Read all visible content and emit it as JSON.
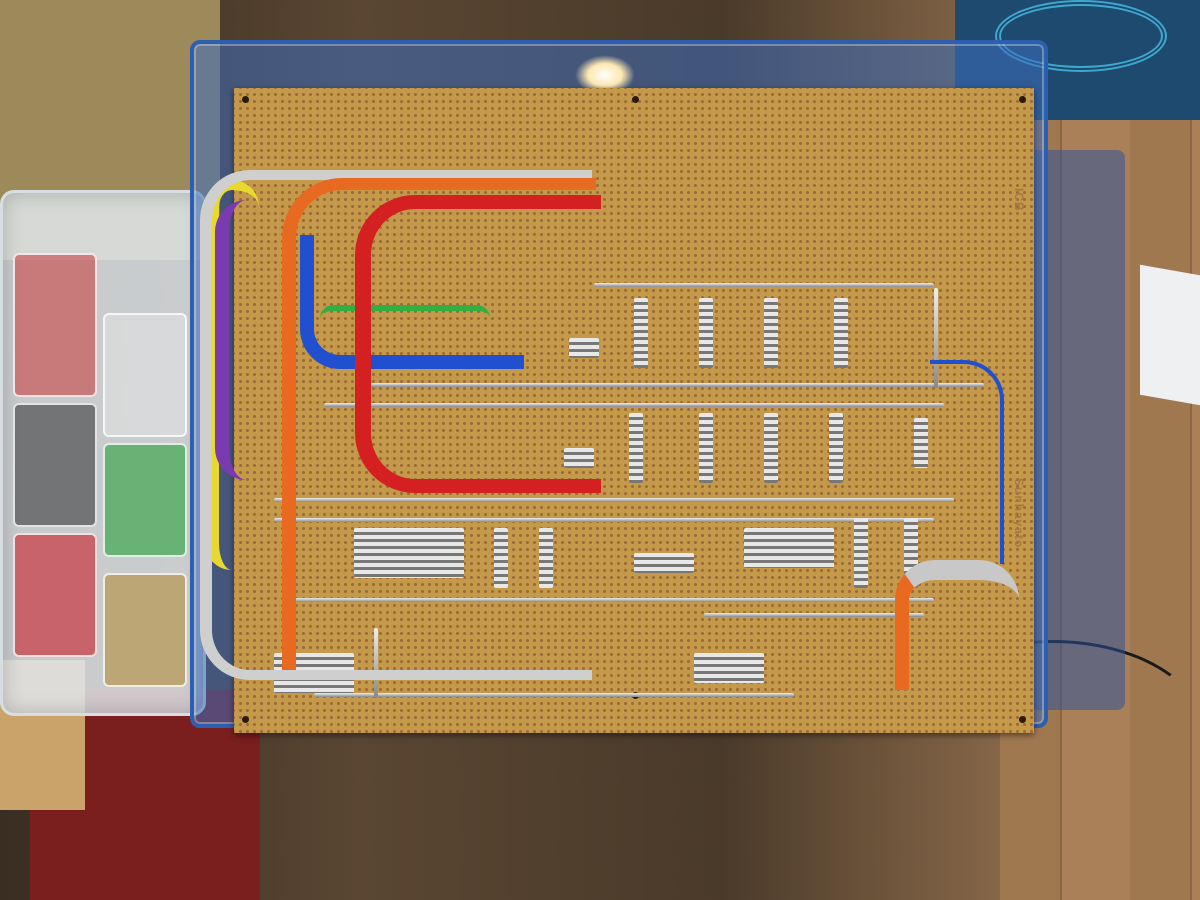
{
  "scene": {
    "subject": "hand-wired perfboard with colored ribbon wire bundles",
    "board_marking_top": "ICB-",
    "board_brand": "Sunhayato"
  },
  "colors": {
    "board": "#c49a4a",
    "wire_red": "#d42020",
    "wire_orange": "#e86a20",
    "wire_blue": "#2050d0",
    "wire_purple": "#7a3ab0",
    "wire_yellow": "#e8d830",
    "wire_gray": "#c8c8c8",
    "wire_green": "#30b040",
    "case_blue": "#2d5fb0"
  }
}
